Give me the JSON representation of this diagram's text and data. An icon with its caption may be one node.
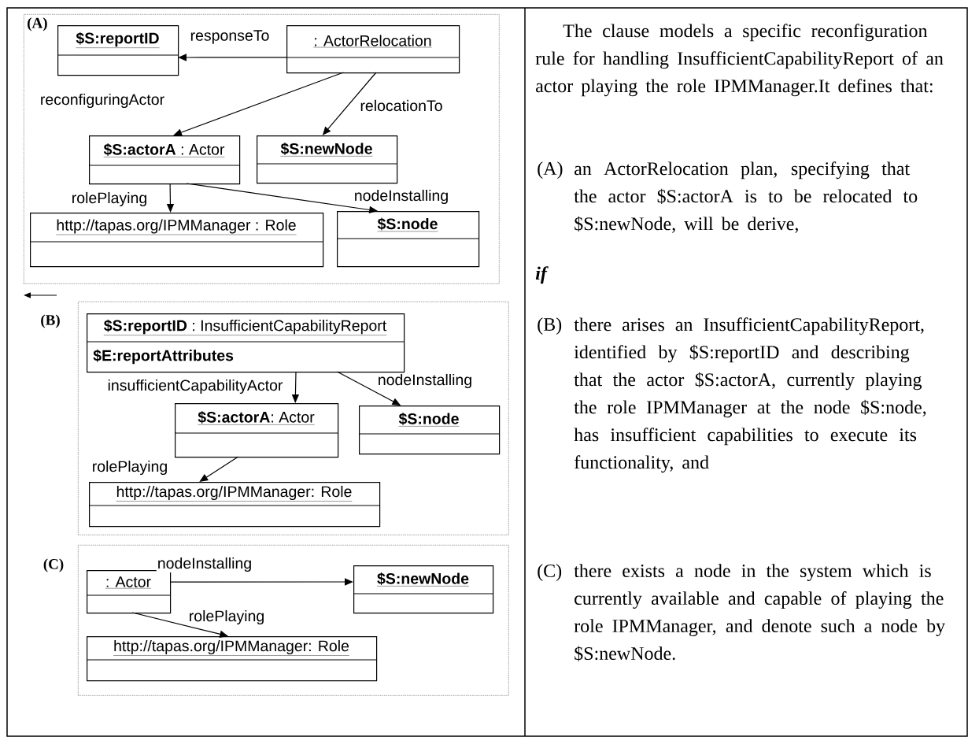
{
  "diagram": {
    "nodes": [
      {
        "text": [
          "(A)"
        ]
      },
      {
        "text": [
          "$S:reportID"
        ],
        "in": 0
      },
      {
        "text": [
          ": ActorRelocation"
        ],
        "in": 0
      },
      {
        "text": [
          "**$S:actorA** : Actor"
        ],
        "in": 0
      },
      {
        "text": [
          "$S:newNode"
        ],
        "in": 0
      },
      {
        "text": [
          "http://tapas.org/IPMManager : Role"
        ],
        "in": 0
      },
      {
        "text": [
          "$S:node"
        ],
        "in": 0
      },
      {
        "text": [
          "(B)"
        ]
      },
      {
        "text": [
          "**$S:reportID** : InsufficientCapabilityReport",
          "$E:reportAttributes"
        ],
        "in": 7
      },
      {
        "text": [
          "**$S:actorA**: Actor"
        ],
        "in": 7
      },
      {
        "text": [
          "$S:node"
        ],
        "in": 7
      },
      {
        "text": [
          "http://tapas.org/IPMManager: Role"
        ],
        "in": 7
      },
      {
        "text": [
          "(C)"
        ]
      },
      {
        "text": [
          ": Actor"
        ],
        "in": 12
      },
      {
        "text": [
          "$S:newNode"
        ],
        "in": 12
      },
      {
        "text": [
          "http://tapas.org/IPMManager: Role"
        ],
        "in": 12
      }
    ],
    "edges": [
      {
        "from": 2,
        "to": 1,
        "arrow": "to",
        "label": "responseTo"
      },
      {
        "from": 2,
        "to": 3,
        "arrow": "to",
        "label": "reconfiguringActor"
      },
      {
        "from": 2,
        "to": 4,
        "arrow": "to",
        "label": "relocationTo"
      },
      {
        "from": 3,
        "to": 5,
        "arrow": "to",
        "label": "rolePlaying"
      },
      {
        "from": 3,
        "to": 6,
        "arrow": "to",
        "label": "nodeInstalling"
      },
      {
        "from": 8,
        "to": 9,
        "arrow": "to",
        "label": "insufficientCapabilityActor"
      },
      {
        "from": 8,
        "to": 10,
        "arrow": "to",
        "label": "nodeInstalling"
      },
      {
        "from": 9,
        "to": 11,
        "arrow": "to",
        "label": "rolePlaying"
      },
      {
        "from": 13,
        "to": 14,
        "arrow": "to",
        "label": "nodeInstalling"
      },
      {
        "from": 13,
        "to": 15,
        "arrow": "to",
        "label": "rolePlaying"
      }
    ],
    "labels": [
      "The clause models a specific reconfiguration rule for handling InsufficientCapabilityReport of an actor playing the role IPMManager.It defines that:",
      "(A)",
      "an ActorRelocation plan, specifying that the actor $S:actorA is to be relocated to $S:newNode, will be derive,",
      "if",
      "(B)",
      "there arises an InsufficientCapabilityReport, identified by $S:reportID and describing that the actor $S:actorA, currently playing the role IPMManager at the node $S:node, has insufficient capabilities to execute its functionality, and",
      "(C)",
      "there exists a node in the system which is currently available and capable of playing the role IPMManager, and denote such a node by $S:newNode."
    ]
  }
}
